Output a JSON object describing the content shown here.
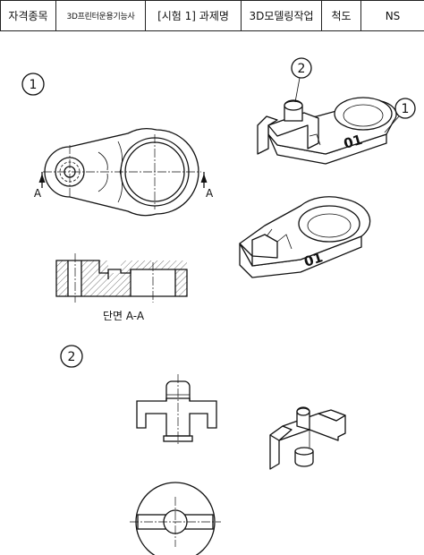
{
  "header": {
    "cells": [
      "자격종목",
      "3D프린터운용기능사",
      "[시험 1] 과제명",
      "3D모델링작업",
      "척도",
      "NS"
    ]
  },
  "callouts": {
    "view_set_1": "1",
    "view_set_2": "2",
    "iso_part_1": "1",
    "iso_part_2": "2"
  },
  "section": {
    "cut_label_left": "A",
    "cut_label_right": "A",
    "caption": "단면 A-A"
  },
  "part_marks": {
    "assembly": "01",
    "part1": "01"
  }
}
